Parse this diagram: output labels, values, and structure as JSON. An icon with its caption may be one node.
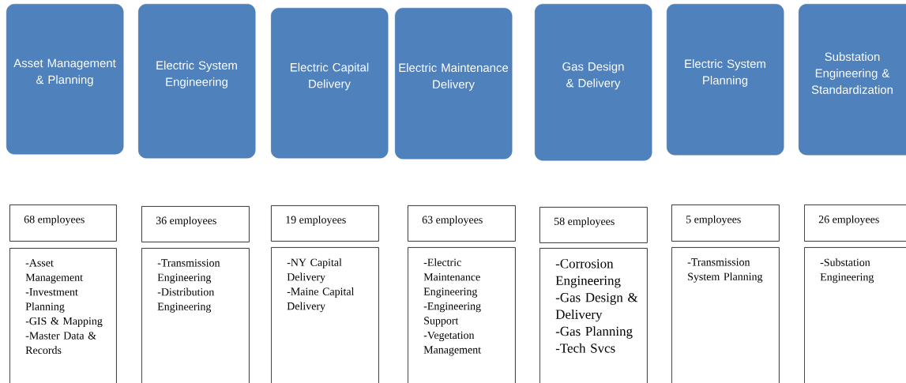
{
  "diagram": {
    "nodes": [
      {
        "text": [
          "Asset Management & Planning"
        ]
      },
      {
        "text": [
          "Electric System Engineering"
        ]
      },
      {
        "text": [
          "Electric Capital Delivery"
        ]
      },
      {
        "text": [
          "Electric Maintenance Delivery"
        ]
      },
      {
        "text": [
          "Gas Design & Delivery"
        ]
      },
      {
        "text": [
          "Electric System Planning"
        ]
      },
      {
        "text": [
          "Substation Engineering & Standardization"
        ]
      },
      {
        "text": [
          "68 employees"
        ]
      },
      {
        "text": [
          "36 employees"
        ]
      },
      {
        "text": [
          "19 employees"
        ]
      },
      {
        "text": [
          "63 employees"
        ]
      },
      {
        "text": [
          "58 employees"
        ]
      },
      {
        "text": [
          "5 employees"
        ]
      },
      {
        "text": [
          "26 employees"
        ]
      },
      {
        "text": [
          "-Asset Management",
          "-Investment Planning",
          "-GIS & Mapping",
          "-Master Data & Records"
        ]
      },
      {
        "text": [
          "-Transmission Engineering",
          "-Distribution Engineering"
        ]
      },
      {
        "text": [
          "-NY Capital Delivery",
          "-Maine Capital Delivery"
        ]
      },
      {
        "text": [
          "-Electric Maintenance Engineering",
          "-Engineering Support",
          "-Vegetation Management"
        ]
      },
      {
        "text": [
          "-Corrosion Engineering",
          "-Gas Design & Delivery",
          "-Gas Planning",
          "-Tech Svcs"
        ]
      },
      {
        "text": [
          "-Transmission System Planning"
        ]
      },
      {
        "text": [
          "-Substation Engineering"
        ]
      }
    ]
  }
}
